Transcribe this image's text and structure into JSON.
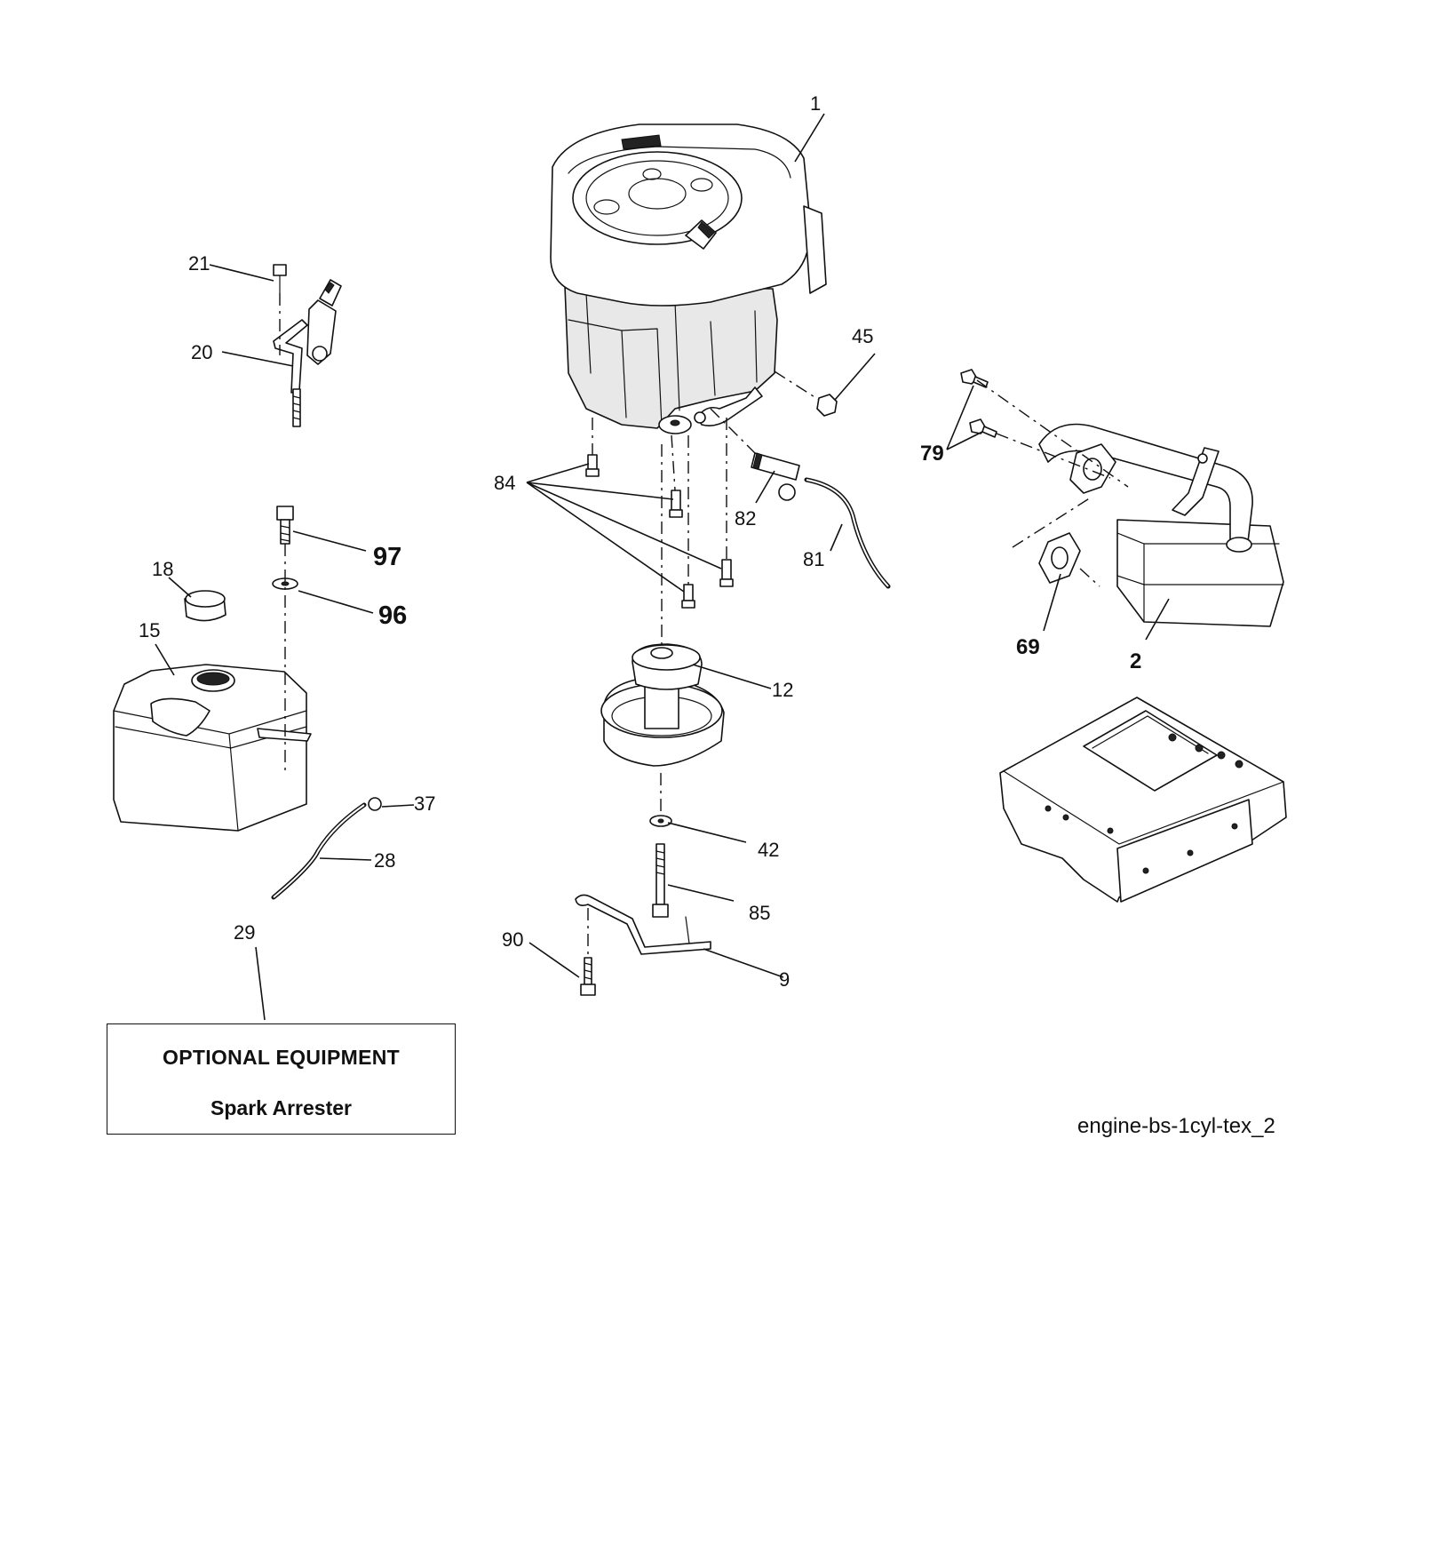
{
  "callouts": {
    "c1": "1",
    "c2": "2",
    "c9": "9",
    "c12": "12",
    "c15": "15",
    "c18": "18",
    "c20": "20",
    "c21": "21",
    "c28": "28",
    "c29": "29",
    "c37": "37",
    "c42": "42",
    "c45": "45",
    "c69": "69",
    "c79": "79",
    "c81": "81",
    "c82": "82",
    "c84": "84",
    "c85": "85",
    "c90": "90",
    "c96": "96",
    "c97": "97"
  },
  "optional_box": {
    "title": "OPTIONAL EQUIPMENT",
    "item": "Spark Arrester"
  },
  "drawing_id": "engine-bs-1cyl-tex_2"
}
